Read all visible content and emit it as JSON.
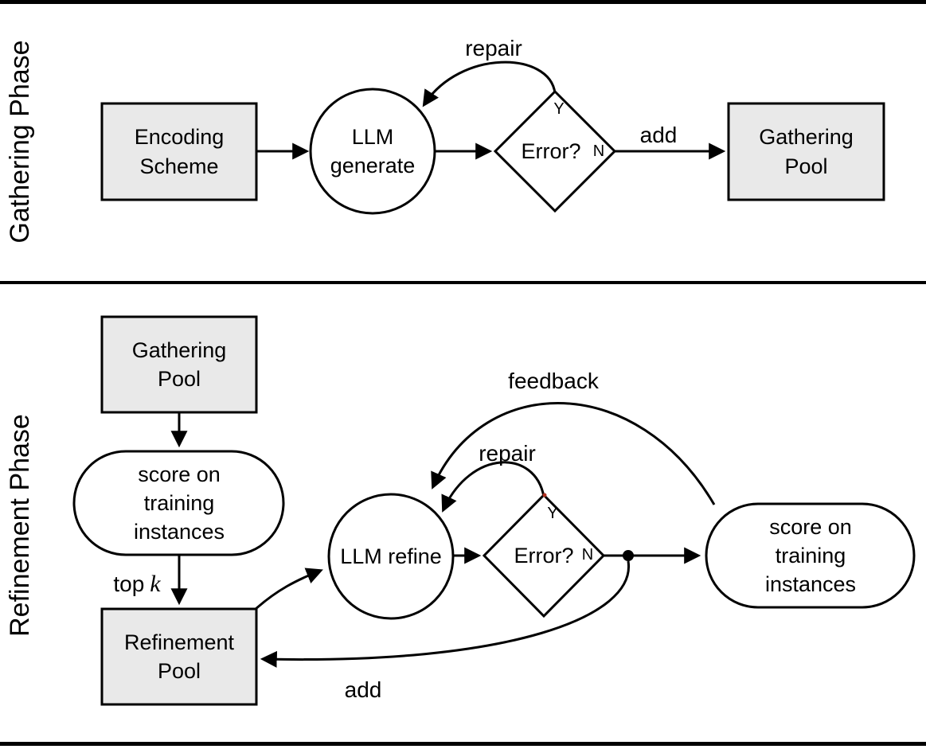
{
  "figure": {
    "background": "#ffffff",
    "line_color": "#000000",
    "pool_box_fill": "#e9e9e9",
    "node_fill": "#ffffff",
    "artifact_dot_color": "#b03020"
  },
  "gathering_phase": {
    "title": "Gathering Phase",
    "nodes": {
      "encoding_scheme": "Encoding Scheme",
      "llm_generate": "LLM generate",
      "error_check": "Error?",
      "branch_yes": "Y",
      "branch_no": "N",
      "gathering_pool": "Gathering Pool"
    },
    "edge_labels": {
      "repair": "repair",
      "add": "add"
    }
  },
  "refinement_phase": {
    "title": "Refinement Phase",
    "nodes": {
      "gathering_pool": "Gathering Pool",
      "score_training_left": "score on training instances",
      "refinement_pool": "Refinement Pool",
      "llm_refine": "LLM refine",
      "error_check": "Error?",
      "branch_yes": "Y",
      "branch_no": "N",
      "score_training_right": "score on training instances"
    },
    "edge_labels": {
      "top_k_text": "top",
      "top_k_variable": "k",
      "repair": "repair",
      "feedback": "feedback",
      "add": "add"
    }
  }
}
